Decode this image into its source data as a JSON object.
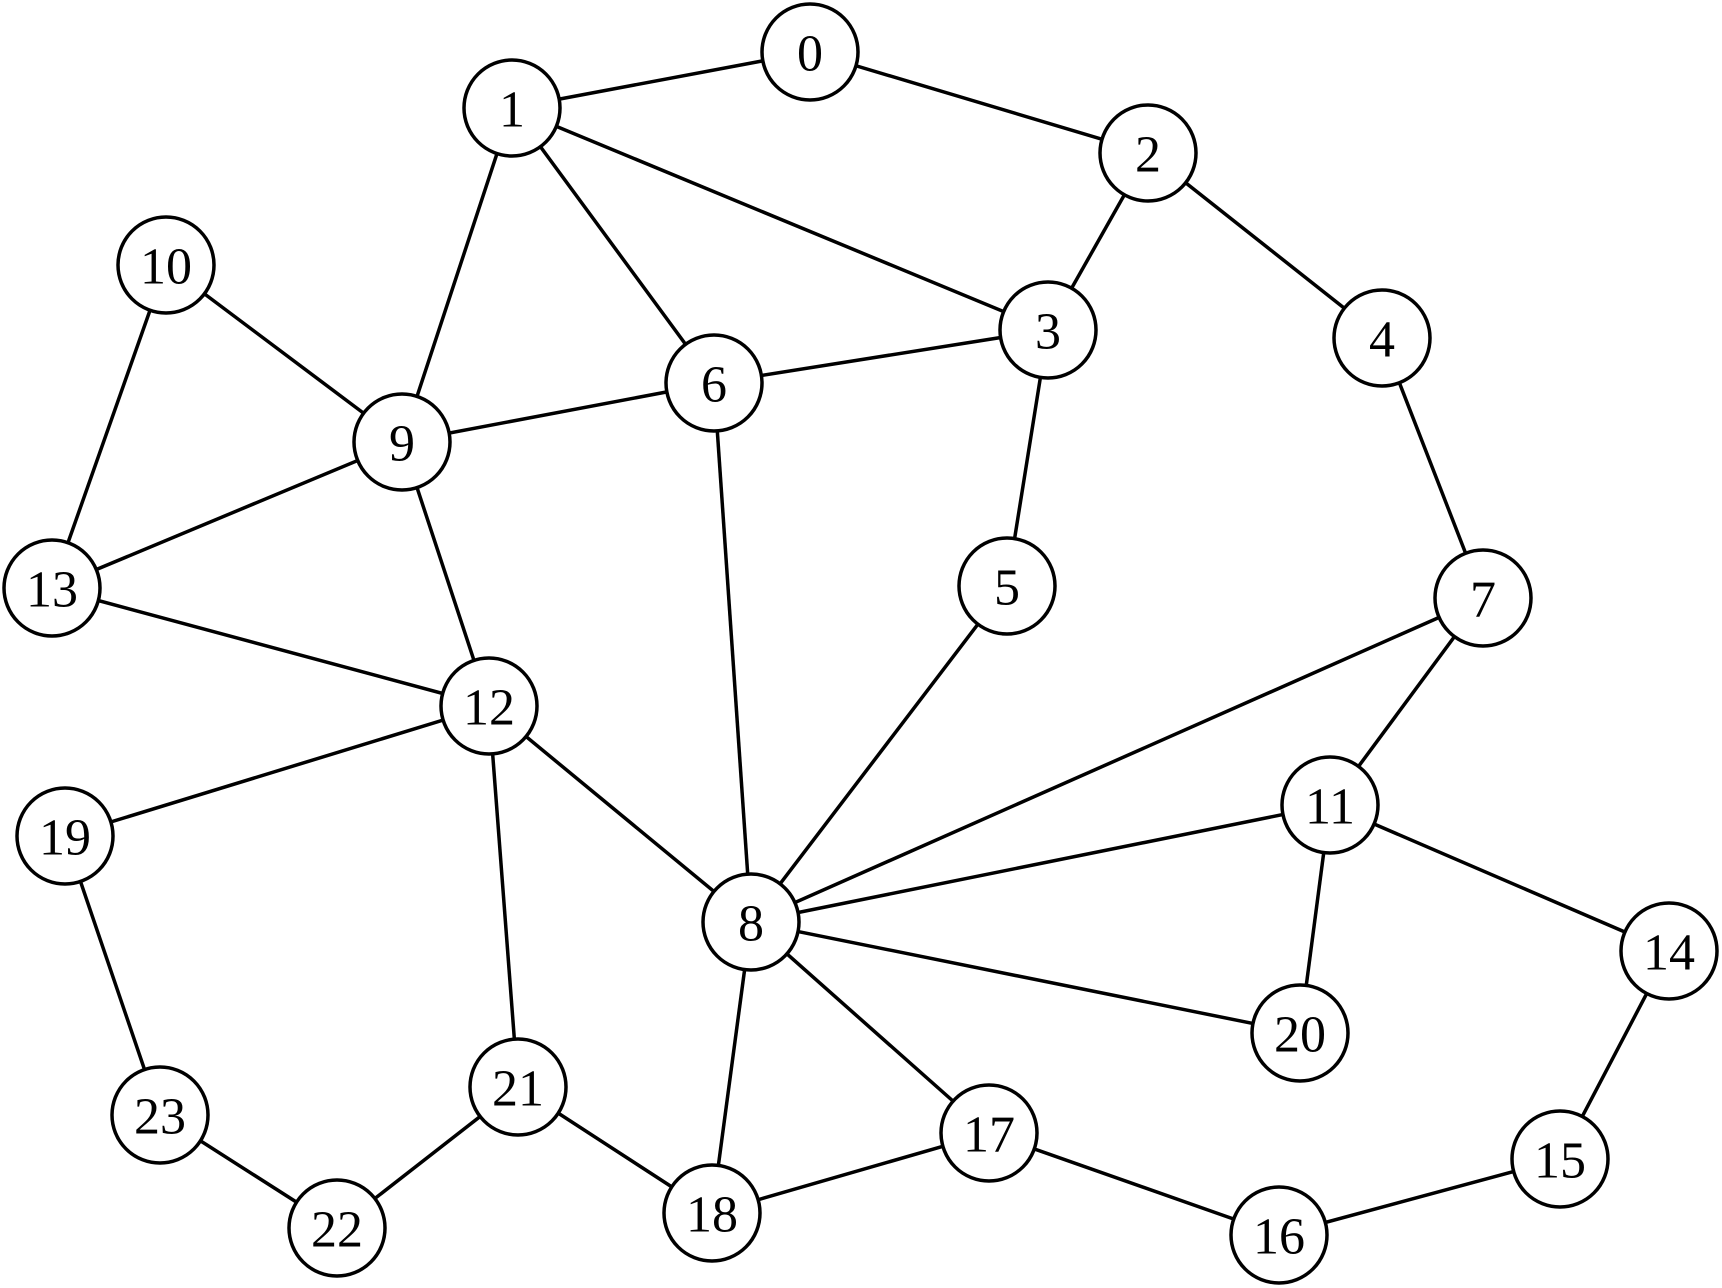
{
  "graph": {
    "nodes": [
      {
        "id": 0,
        "label": "0"
      },
      {
        "id": 1,
        "label": "1"
      },
      {
        "id": 2,
        "label": "2"
      },
      {
        "id": 3,
        "label": "3"
      },
      {
        "id": 4,
        "label": "4"
      },
      {
        "id": 5,
        "label": "5"
      },
      {
        "id": 6,
        "label": "6"
      },
      {
        "id": 7,
        "label": "7"
      },
      {
        "id": 8,
        "label": "8"
      },
      {
        "id": 9,
        "label": "9"
      },
      {
        "id": 10,
        "label": "10"
      },
      {
        "id": 11,
        "label": "11"
      },
      {
        "id": 12,
        "label": "12"
      },
      {
        "id": 13,
        "label": "13"
      },
      {
        "id": 14,
        "label": "14"
      },
      {
        "id": 15,
        "label": "15"
      },
      {
        "id": 16,
        "label": "16"
      },
      {
        "id": 17,
        "label": "17"
      },
      {
        "id": 18,
        "label": "18"
      },
      {
        "id": 19,
        "label": "19"
      },
      {
        "id": 20,
        "label": "20"
      },
      {
        "id": 21,
        "label": "21"
      },
      {
        "id": 22,
        "label": "22"
      },
      {
        "id": 23,
        "label": "23"
      }
    ],
    "edges": [
      [
        0,
        1
      ],
      [
        0,
        2
      ],
      [
        1,
        3
      ],
      [
        1,
        6
      ],
      [
        1,
        9
      ],
      [
        2,
        3
      ],
      [
        2,
        4
      ],
      [
        3,
        5
      ],
      [
        3,
        6
      ],
      [
        4,
        7
      ],
      [
        5,
        8
      ],
      [
        6,
        8
      ],
      [
        6,
        9
      ],
      [
        7,
        8
      ],
      [
        7,
        11
      ],
      [
        8,
        11
      ],
      [
        8,
        12
      ],
      [
        8,
        17
      ],
      [
        8,
        18
      ],
      [
        8,
        20
      ],
      [
        9,
        10
      ],
      [
        9,
        12
      ],
      [
        9,
        13
      ],
      [
        10,
        13
      ],
      [
        11,
        14
      ],
      [
        11,
        20
      ],
      [
        12,
        13
      ],
      [
        12,
        19
      ],
      [
        12,
        21
      ],
      [
        14,
        15
      ],
      [
        15,
        16
      ],
      [
        16,
        17
      ],
      [
        17,
        18
      ],
      [
        18,
        21
      ],
      [
        19,
        23
      ],
      [
        21,
        22
      ],
      [
        22,
        23
      ]
    ],
    "colors": {
      "stroke": "#000000",
      "node_fill": "#ffffff",
      "background": "#ffffff"
    }
  }
}
